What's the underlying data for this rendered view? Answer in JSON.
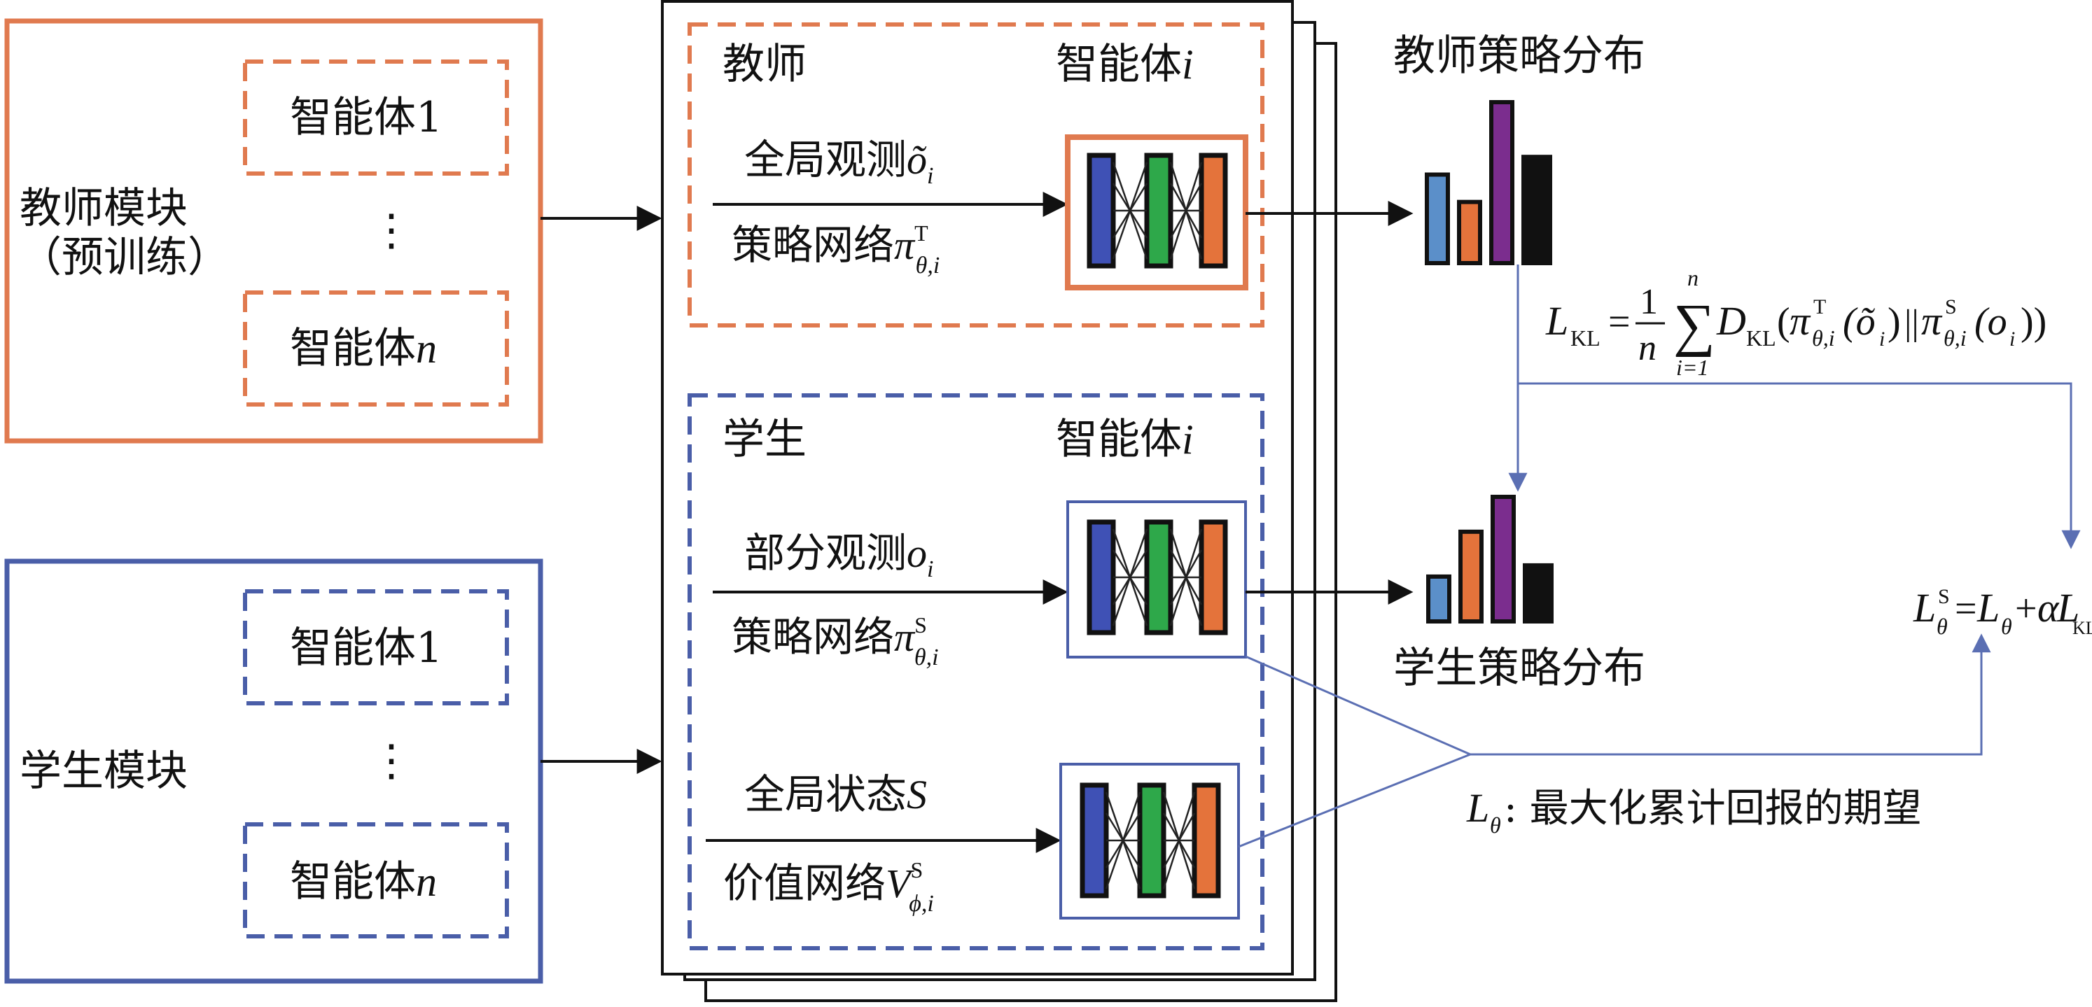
{
  "colors": {
    "teacher": "#E07A4F",
    "student": "#4A5EA8",
    "line": "#111111",
    "flow": "#5B6FB3",
    "net_blue": "#3F51B5",
    "net_green": "#2EA84A",
    "net_orange": "#E4733B",
    "bar_blue": "#5B8FC9",
    "bar_orange": "#E4733B",
    "bar_purple": "#7B2D8E",
    "bar_black": "#111111"
  },
  "teacher_module": {
    "title_line1": "教师模块",
    "title_line2": "（预训练）",
    "agent_first": "智能体1",
    "ellipsis": "⋮",
    "agent_last_prefix": "智能体",
    "agent_last_var": "n"
  },
  "student_module": {
    "title": "学生模块",
    "agent_first": "智能体1",
    "ellipsis": "⋮",
    "agent_last_prefix": "智能体",
    "agent_last_var": "n"
  },
  "teacher_panel": {
    "label": "教师",
    "agent_prefix": "智能体",
    "agent_var": "i",
    "obs_label": "全局观测",
    "obs_symbol": "õ",
    "obs_sub": "i",
    "policy_label": "策略网络",
    "policy_symbol": "π",
    "policy_sup": "T",
    "policy_sub": "θ,i"
  },
  "student_panel": {
    "label": "学生",
    "agent_prefix": "智能体",
    "agent_var": "i",
    "obs_label": "部分观测",
    "obs_symbol": "o",
    "obs_sub": "i",
    "policy_label": "策略网络",
    "policy_symbol": "π",
    "policy_sup": "S",
    "policy_sub": "θ,i",
    "state_label": "全局状态",
    "state_symbol": "S",
    "value_label": "价值网络",
    "value_symbol": "V",
    "value_sup": "S",
    "value_sub": "ϕ,i"
  },
  "teacher_dist": {
    "title": "教师策略分布",
    "bars": [
      0.55,
      0.38,
      1.0,
      0.66
    ]
  },
  "student_dist": {
    "title": "学生策略分布",
    "bars": [
      0.36,
      0.72,
      1.0,
      0.45
    ]
  },
  "kl_formula": {
    "lhs": "L",
    "lhs_sub": "KL",
    "eq": "=",
    "frac_num": "1",
    "frac_den": "n",
    "sum": "∑",
    "sum_top": "n",
    "sum_bottom": "i=1",
    "d": "D",
    "d_sub": "KL",
    "open": "(",
    "pi": "π",
    "t_sup": "T",
    "t_sub": "θ,i",
    "arg1": "(õ",
    "arg1_sub": "i",
    "close1": ")",
    "sep": "||",
    "s_sup": "S",
    "s_sub": "θ,i",
    "arg2": "(o",
    "arg2_sub": "i",
    "close2": "))"
  },
  "loss_formula": {
    "lhs": "L",
    "lhs_sup": "S",
    "lhs_sub": "θ",
    "eq": "=",
    "l": "L",
    "l_sub": "θ",
    "plus": "+",
    "alpha": "α",
    "lkl": "L",
    "lkl_sub": "KL"
  },
  "objective": {
    "symbol": "L",
    "sub": "θ",
    "text": ": 最大化累计回报的期望"
  }
}
